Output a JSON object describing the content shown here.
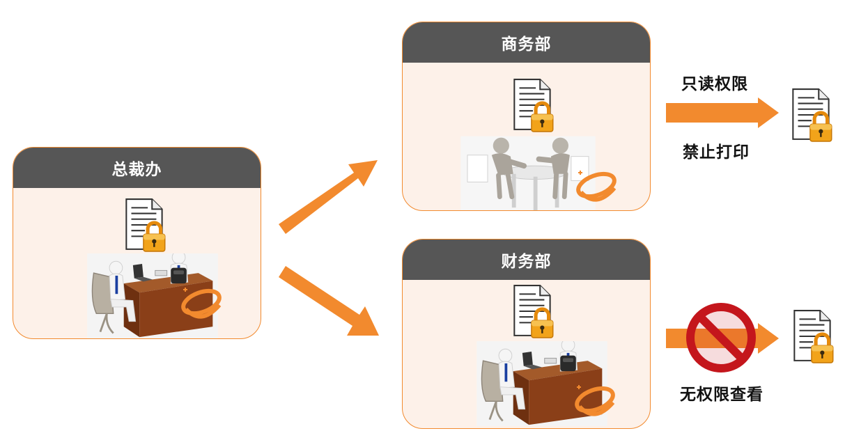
{
  "departments": {
    "executive": {
      "title": "总裁办"
    },
    "business": {
      "title": "商务部"
    },
    "finance": {
      "title": "财务部"
    }
  },
  "permissions": {
    "business": {
      "top": "只读权限",
      "bottom": "禁止打印"
    },
    "finance": {
      "bottom": "无权限查看"
    }
  },
  "colors": {
    "arrow": "#f28a2e",
    "header": "#565656",
    "panel_bg": "#fdf1e9",
    "lock": "#f2a31a",
    "prohibit": "#c4161c"
  },
  "icons": [
    "locked-document-icon",
    "meeting-people-icon",
    "office-desk-icon",
    "brand-logo-icon",
    "no-entry-icon"
  ]
}
